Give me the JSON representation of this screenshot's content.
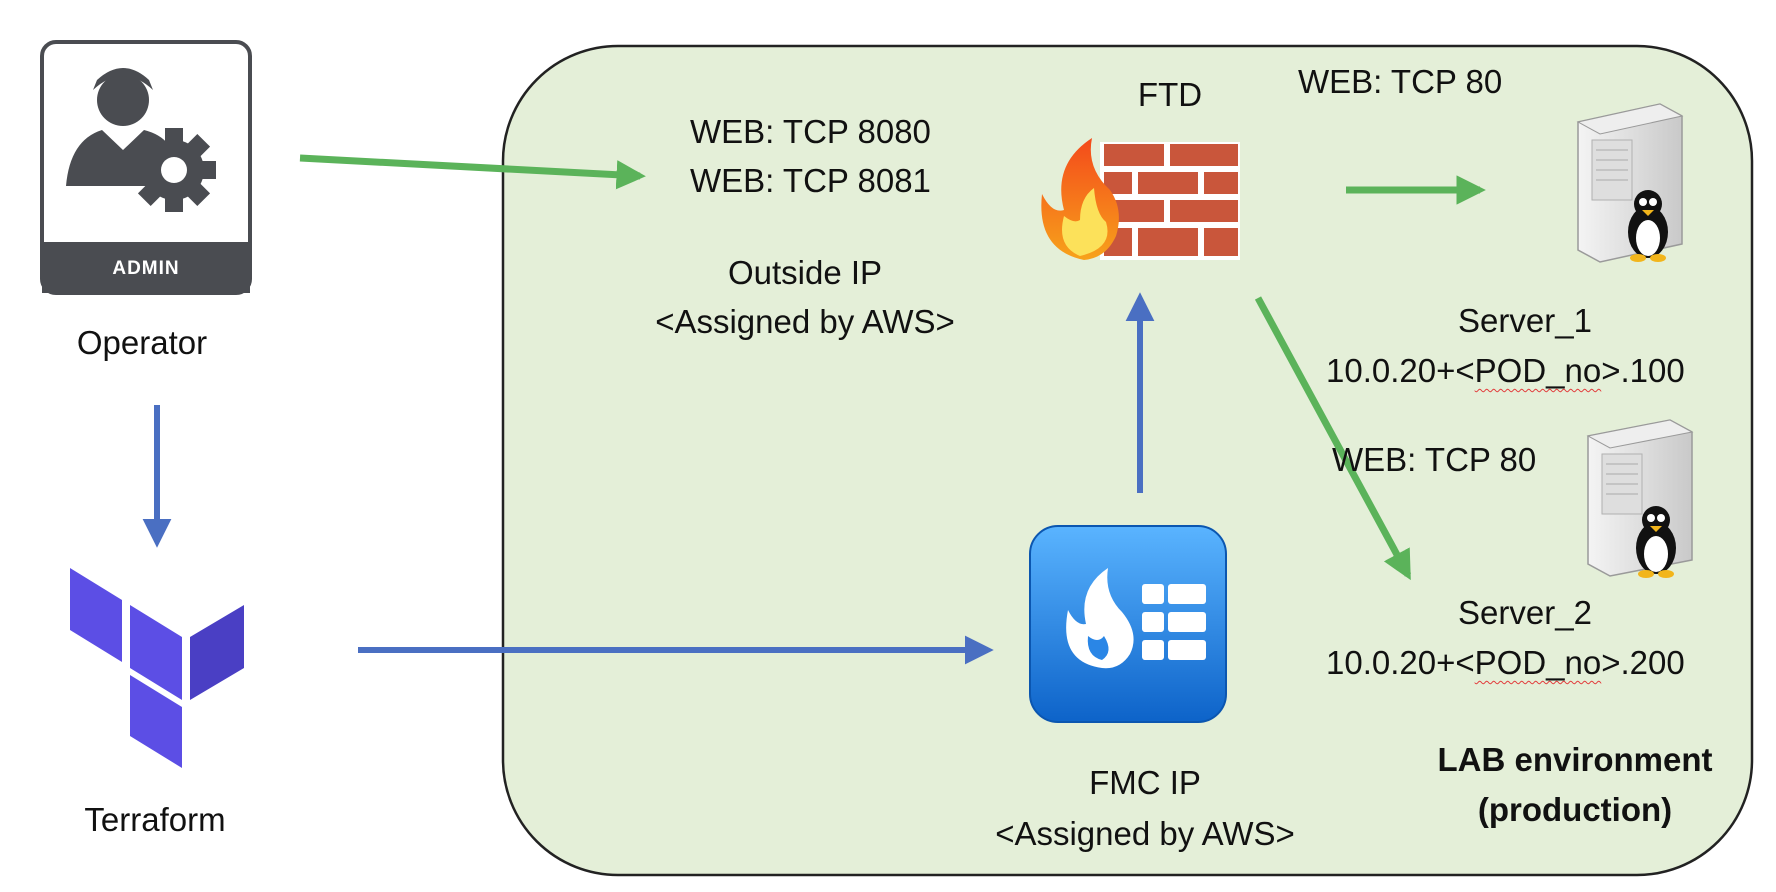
{
  "labels": {
    "operator": "Operator",
    "admin_badge": "ADMIN",
    "terraform": "Terraform",
    "ftd": "FTD",
    "web_tcp_8080": "WEB: TCP 8080",
    "web_tcp_8081": "WEB: TCP 8081",
    "outside_ip": "Outside IP",
    "outside_ip_assigned": "<Assigned by AWS>",
    "web_tcp_80_top": "WEB: TCP 80",
    "web_tcp_80_mid": "WEB: TCP 80",
    "server1_name": "Server_1",
    "server1_ip_prefix": "10.0.20+<",
    "server1_ip_mid": "POD_no",
    "server1_ip_suffix": ">.100",
    "server2_name": "Server_2",
    "server2_ip_prefix": "10.0.20+<",
    "server2_ip_mid": "POD_no",
    "server2_ip_suffix": ">.200",
    "fmc_ip": "FMC IP",
    "fmc_ip_assigned": "<Assigned by AWS>",
    "lab_env_line1": "LAB environment",
    "lab_env_line2": "(production)"
  },
  "icons": {
    "operator": "admin-user-gear-icon",
    "terraform": "terraform-logo-icon",
    "ftd": "firewall-brick-wall-flame-icon",
    "fmc": "fmc-flame-list-app-icon",
    "server1": "linux-server-tower-icon",
    "server2": "linux-server-tower-icon"
  },
  "colors": {
    "lab_background": "#e4efd8",
    "lab_border": "#222222",
    "traffic_arrow": "#5bb35a",
    "management_arrow": "#4a6fc2",
    "admin_card": "#4a4c51",
    "terraform_purple": "#5c4ee5",
    "firewall_brick": "#c9563b",
    "fmc_blue": "#1a7fe0"
  }
}
